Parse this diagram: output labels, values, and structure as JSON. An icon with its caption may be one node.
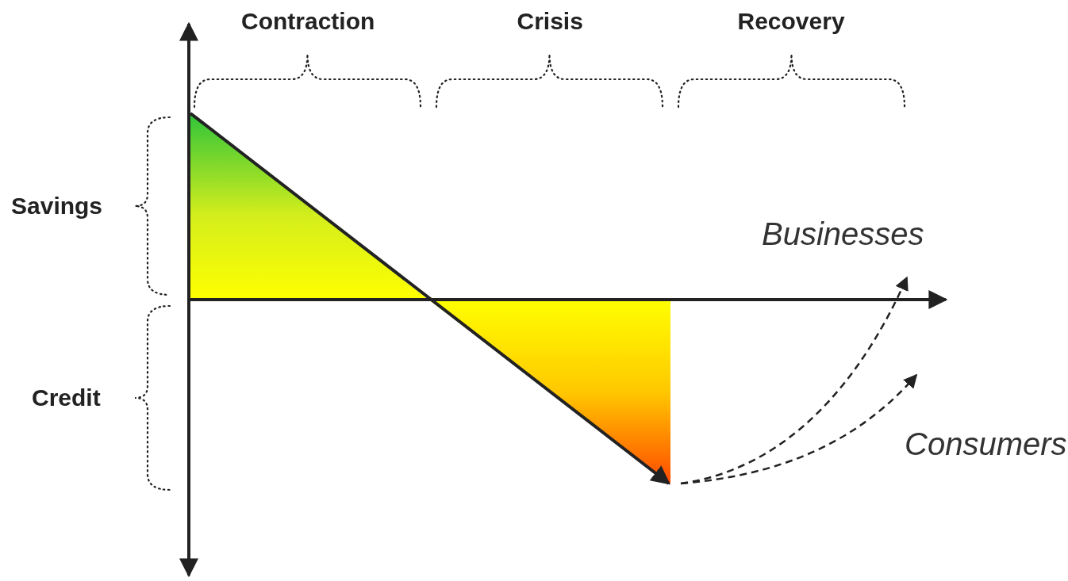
{
  "diagram": {
    "labels": [
      "Contraction",
      "Crisis",
      "Recovery",
      "Savings",
      "Credit",
      "Businesses",
      "Consumers"
    ]
  }
}
